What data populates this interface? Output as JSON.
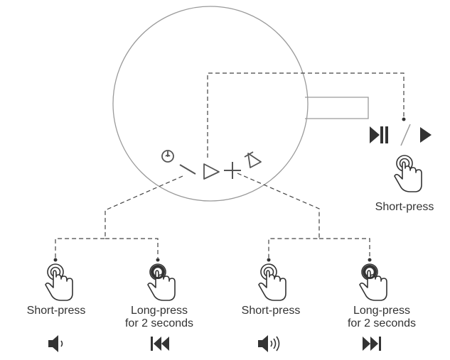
{
  "labels": {
    "play_short": "Short-press",
    "vol_down_short": "Short-press",
    "vol_down_long_line1": "Long-press",
    "vol_down_long_line2": "for 2 seconds",
    "vol_up_short": "Short-press",
    "vol_up_long_line1": "Long-press",
    "vol_up_long_line2": "for 2 seconds"
  },
  "icons": {
    "device_buttons": [
      "power-icon",
      "minus-icon",
      "play-icon",
      "plus-icon",
      "bluetooth-pair-icon"
    ],
    "play_result": [
      "play-pause-icon",
      "play-icon"
    ],
    "vol_down_short_result": "volume-down-icon",
    "vol_down_long_result": "previous-track-icon",
    "vol_up_short_result": "volume-up-icon",
    "vol_up_long_result": "next-track-icon"
  },
  "colors": {
    "icon_fill": "#333333",
    "outline": "#9a9a9a",
    "dash_line": "#444444"
  }
}
